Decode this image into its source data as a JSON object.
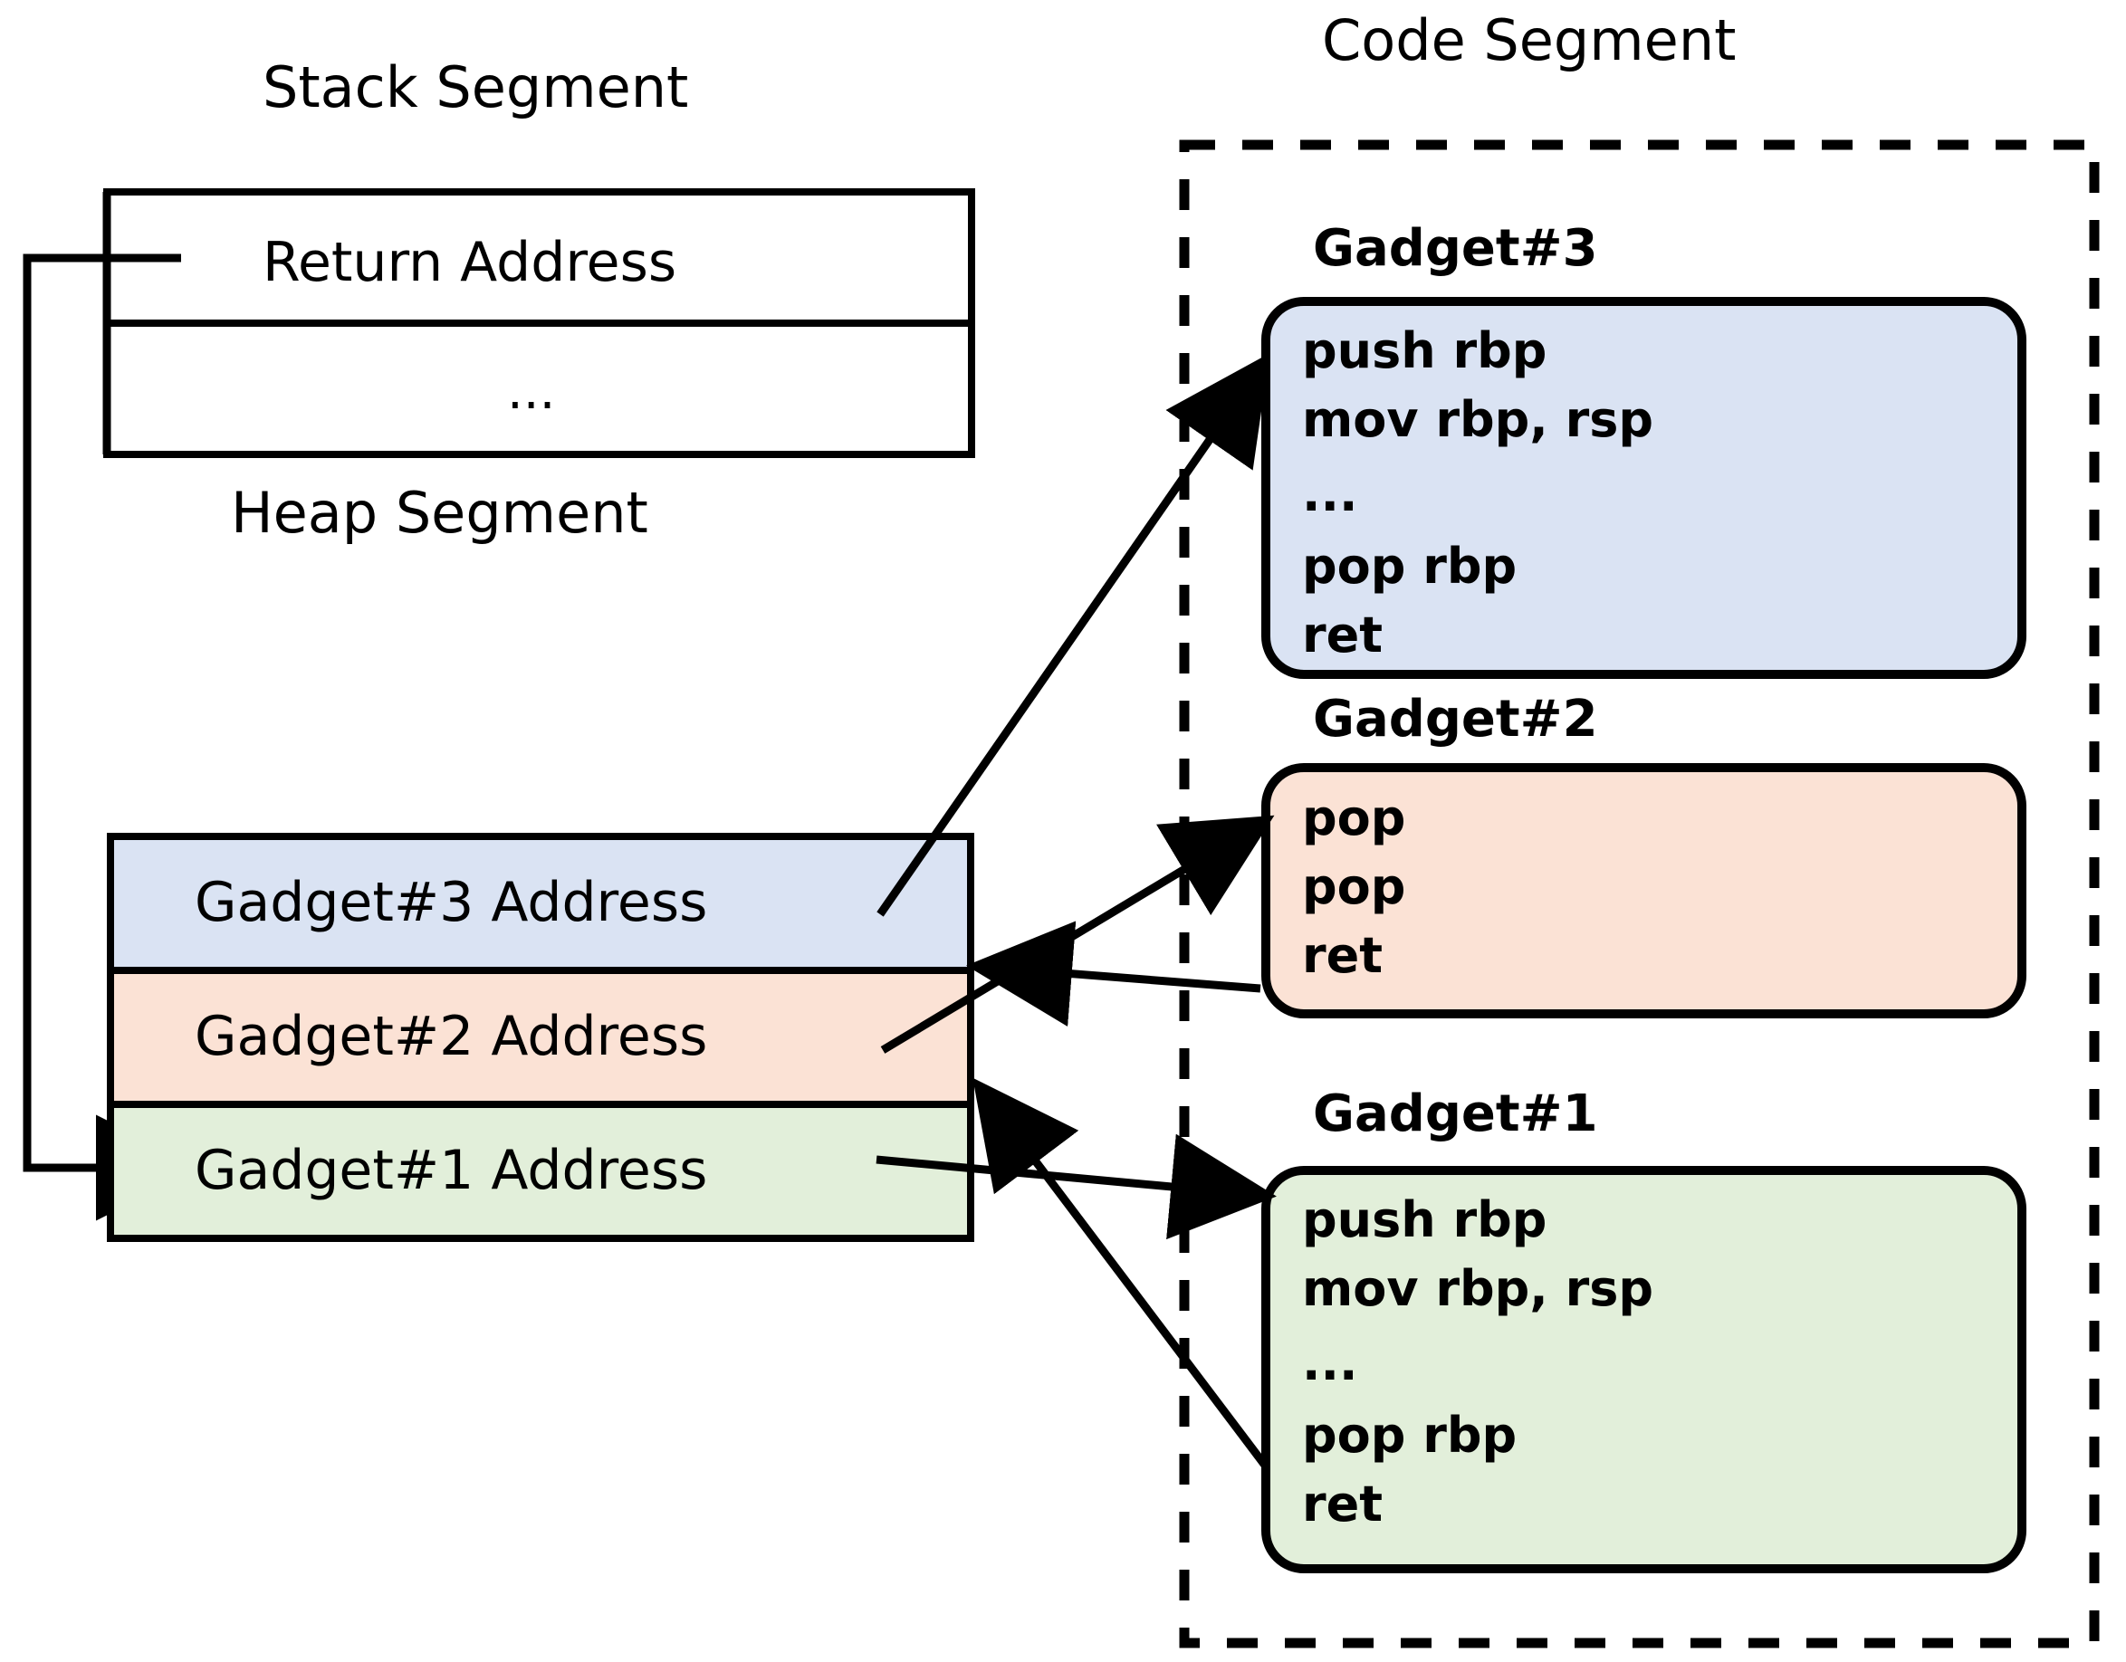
{
  "colors": {
    "gadget3": "#dae3f3",
    "gadget2": "#fbe2d5",
    "gadget1": "#e2efda",
    "stroke": "#000000",
    "background": "#ffffff"
  },
  "stack_segment": {
    "title": "Stack Segment",
    "rows": [
      {
        "label": "Return Address"
      },
      {
        "label": "..."
      }
    ]
  },
  "heap_segment": {
    "title": "Heap Segment",
    "rows": [
      {
        "label": "Gadget#3 Address",
        "color_key": "gadget3"
      },
      {
        "label": "Gadget#2 Address",
        "color_key": "gadget2"
      },
      {
        "label": "Gadget#1 Address",
        "color_key": "gadget1"
      }
    ]
  },
  "code_segment": {
    "title": "Code Segment",
    "gadgets": [
      {
        "title": "Gadget#3",
        "color_key": "gadget3",
        "instructions": [
          "push rbp",
          "mov rbp, rsp",
          "...",
          "pop rbp",
          "ret"
        ]
      },
      {
        "title": "Gadget#2",
        "color_key": "gadget2",
        "instructions": [
          "pop",
          "pop",
          "ret"
        ]
      },
      {
        "title": "Gadget#1",
        "color_key": "gadget1",
        "instructions": [
          "push rbp",
          "mov rbp, rsp",
          "...",
          "pop rbp",
          "ret"
        ]
      }
    ]
  }
}
